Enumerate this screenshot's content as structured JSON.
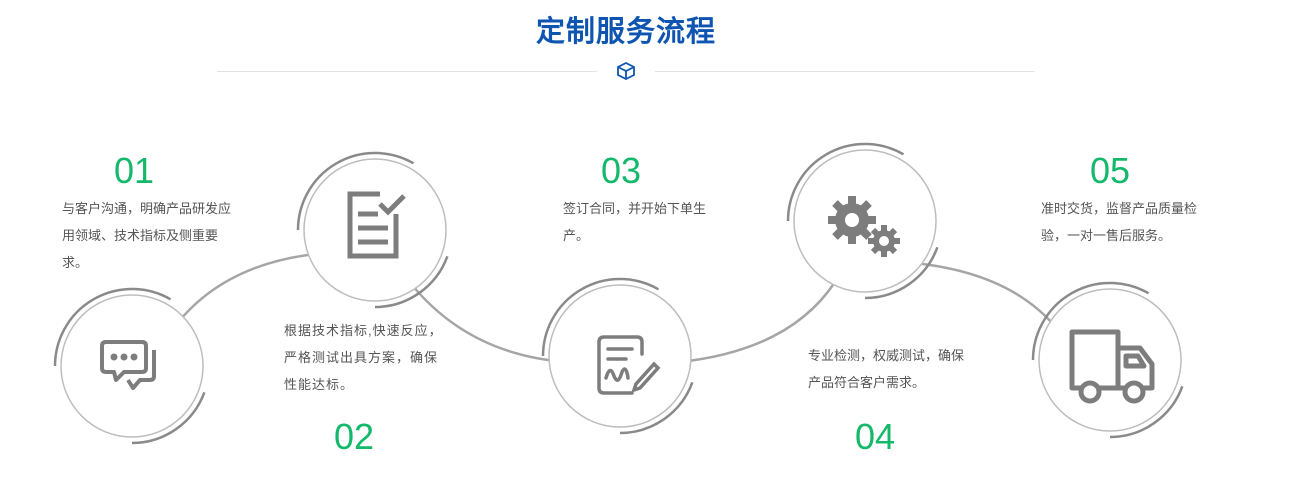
{
  "title": "定制服务流程",
  "steps": [
    {
      "num": "01",
      "text": "与客户沟通，明确产品研发应用领域、技术指标及侧重要求。",
      "icon": "chat-bubbles-icon"
    },
    {
      "num": "02",
      "text": "根据技术指标,快速反应，严格测试出具方案，确保性能达标。",
      "icon": "checklist-document-icon"
    },
    {
      "num": "03",
      "text": "签订合同，并开始下单生产。",
      "icon": "signature-document-icon"
    },
    {
      "num": "04",
      "text": "专业检测，权威测试，确保产品符合客户需求。",
      "icon": "gears-icon"
    },
    {
      "num": "05",
      "text": "准时交货，监督产品质量检验，一对一售后服务。",
      "icon": "truck-icon"
    }
  ],
  "colors": {
    "title": "#0d55b0",
    "number": "#14b86a",
    "icon": "#7d7d7d"
  }
}
